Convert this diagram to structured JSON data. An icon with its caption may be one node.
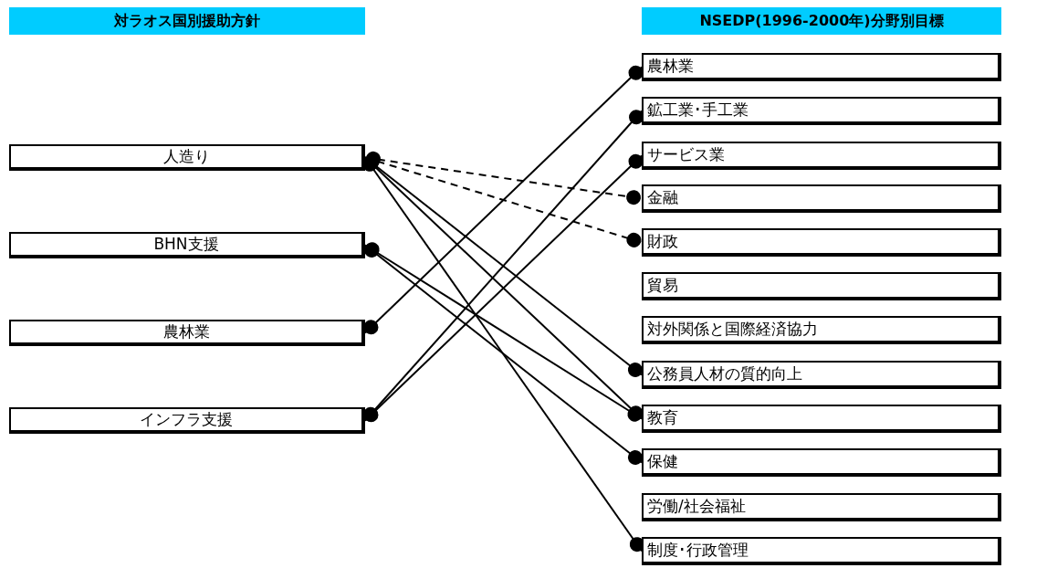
{
  "diagram": {
    "nodes": [
      {
        "text": [
          "対ラオス国別援助方針"
        ]
      },
      {
        "text": [
          "NSEDP(1996-2000年)分野別目標"
        ]
      },
      {
        "text": [
          "人造り"
        ]
      },
      {
        "text": [
          "BHN支援"
        ]
      },
      {
        "text": [
          "農林業"
        ]
      },
      {
        "text": [
          "インフラ支援"
        ]
      },
      {
        "text": [
          "農林業"
        ]
      },
      {
        "text": [
          "鉱工業･手工業"
        ]
      },
      {
        "text": [
          "サービス業"
        ]
      },
      {
        "text": [
          "金融"
        ]
      },
      {
        "text": [
          "財政"
        ]
      },
      {
        "text": [
          "貿易"
        ]
      },
      {
        "text": [
          "対外関係と国際経済協力"
        ]
      },
      {
        "text": [
          "公務員人材の質的向上"
        ]
      },
      {
        "text": [
          "教育"
        ]
      },
      {
        "text": [
          "保健"
        ]
      },
      {
        "text": [
          "労働/社会福祉"
        ]
      },
      {
        "text": [
          "制度･行政管理"
        ]
      }
    ],
    "edges": [
      {
        "from": 2,
        "to": 9,
        "arrow": "other",
        "style": "dashed"
      },
      {
        "from": 2,
        "to": 10,
        "arrow": "other",
        "style": "dashed"
      },
      {
        "from": 2,
        "to": 13,
        "arrow": "other"
      },
      {
        "from": 2,
        "to": 14,
        "arrow": "other"
      },
      {
        "from": 2,
        "to": 17,
        "arrow": "other"
      },
      {
        "from": 3,
        "to": 14,
        "arrow": "other"
      },
      {
        "from": 3,
        "to": 15,
        "arrow": "other"
      },
      {
        "from": 4,
        "to": 6,
        "arrow": "other"
      },
      {
        "from": 5,
        "to": 7,
        "arrow": "other"
      },
      {
        "from": 5,
        "to": 8,
        "arrow": "other"
      }
    ]
  }
}
